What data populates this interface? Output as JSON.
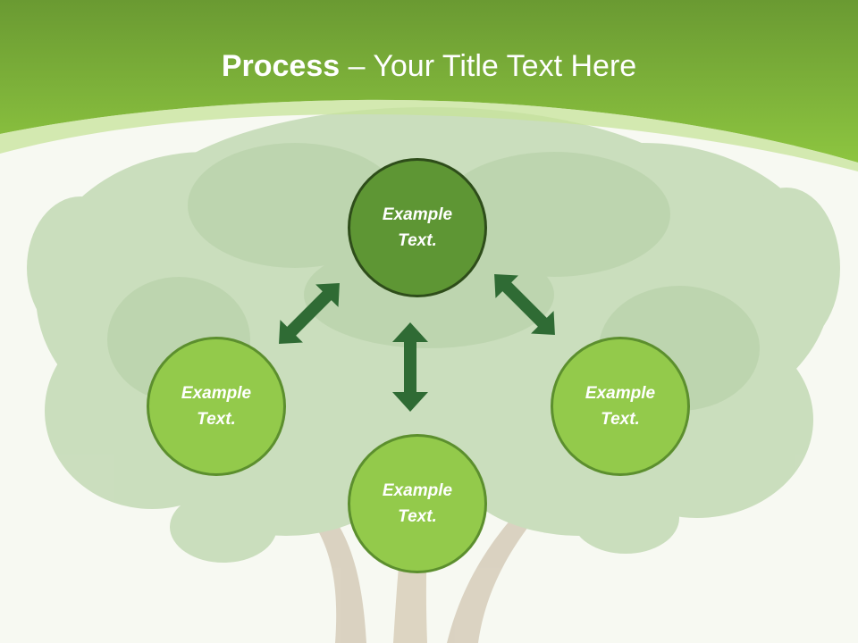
{
  "title": {
    "bold": "Process",
    "rest": " – Your Title Text Here"
  },
  "nodes": {
    "top": "Example Text.",
    "left": "Example Text.",
    "right": "Example Text.",
    "bottom": "Example Text."
  },
  "colors": {
    "header_green": "#8cc43f",
    "header_dark": "#6a9a32",
    "tree_foliage": "#a8c995",
    "node_light": "#93ca4b",
    "node_dark": "#5e9634",
    "arrow": "#2f6b34"
  }
}
